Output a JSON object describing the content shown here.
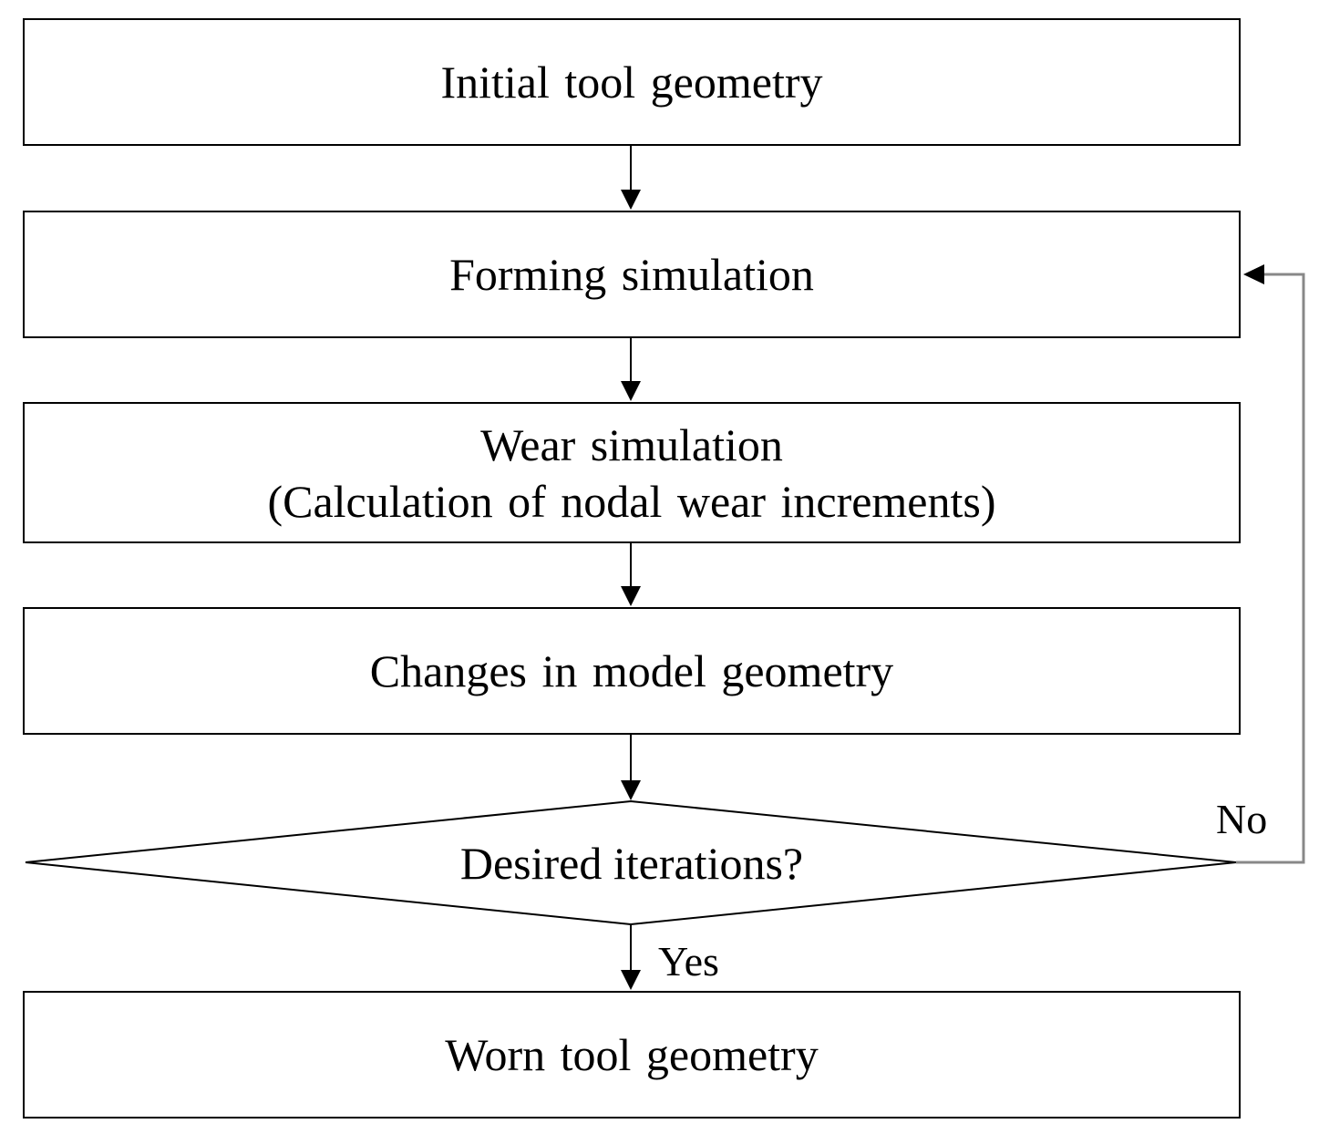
{
  "flowchart": {
    "steps": [
      {
        "id": "initial",
        "lines": [
          "Initial tool geometry"
        ]
      },
      {
        "id": "forming",
        "lines": [
          "Forming simulation"
        ]
      },
      {
        "id": "wear",
        "lines": [
          "Wear simulation",
          "(Calculation of nodal wear increments)"
        ]
      },
      {
        "id": "changes",
        "lines": [
          "Changes in model geometry"
        ]
      }
    ],
    "decision": {
      "label": "Desired iterations?"
    },
    "edges": {
      "no_label": "No",
      "yes_label": "Yes"
    },
    "final_step": {
      "lines": [
        "Worn tool geometry"
      ]
    }
  }
}
